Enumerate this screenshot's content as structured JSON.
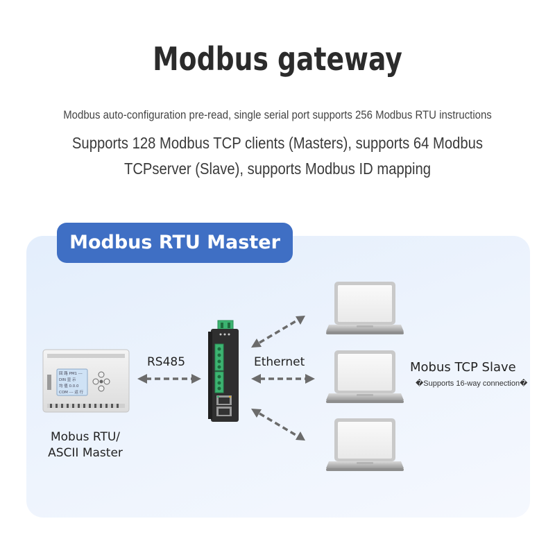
{
  "header": {
    "title": "Modbus gateway",
    "line1": "Modbus auto-configuration pre-read, single serial port supports 256 Modbus RTU instructions",
    "line2": "Supports 128 Modbus TCP clients (Masters), supports 64 Modbus",
    "line3": "TCPserver (Slave), supports Modbus ID mapping"
  },
  "diagram": {
    "badge": "Modbus RTU Master",
    "rs485_label": "RS485",
    "ethernet_label": "Ethernet",
    "slave_label": "Mobus TCP Slave",
    "slave_note": "�Supports 16-way connection�",
    "master_line1": "Mobus RTU/",
    "master_line2": "ASCII Master",
    "plc_screen_lines": [
      "回 路 PM1  ---",
      "DIN   显 示",
      "均 值 0.0.0",
      "COM  --- 运 行"
    ],
    "colors": {
      "badge": "#3f6fc4",
      "panel": "#e8f0fc",
      "arrow": "#6b6b6b",
      "terminal_green": "#3cb371",
      "laptop_body": "#e4e4e4"
    }
  }
}
